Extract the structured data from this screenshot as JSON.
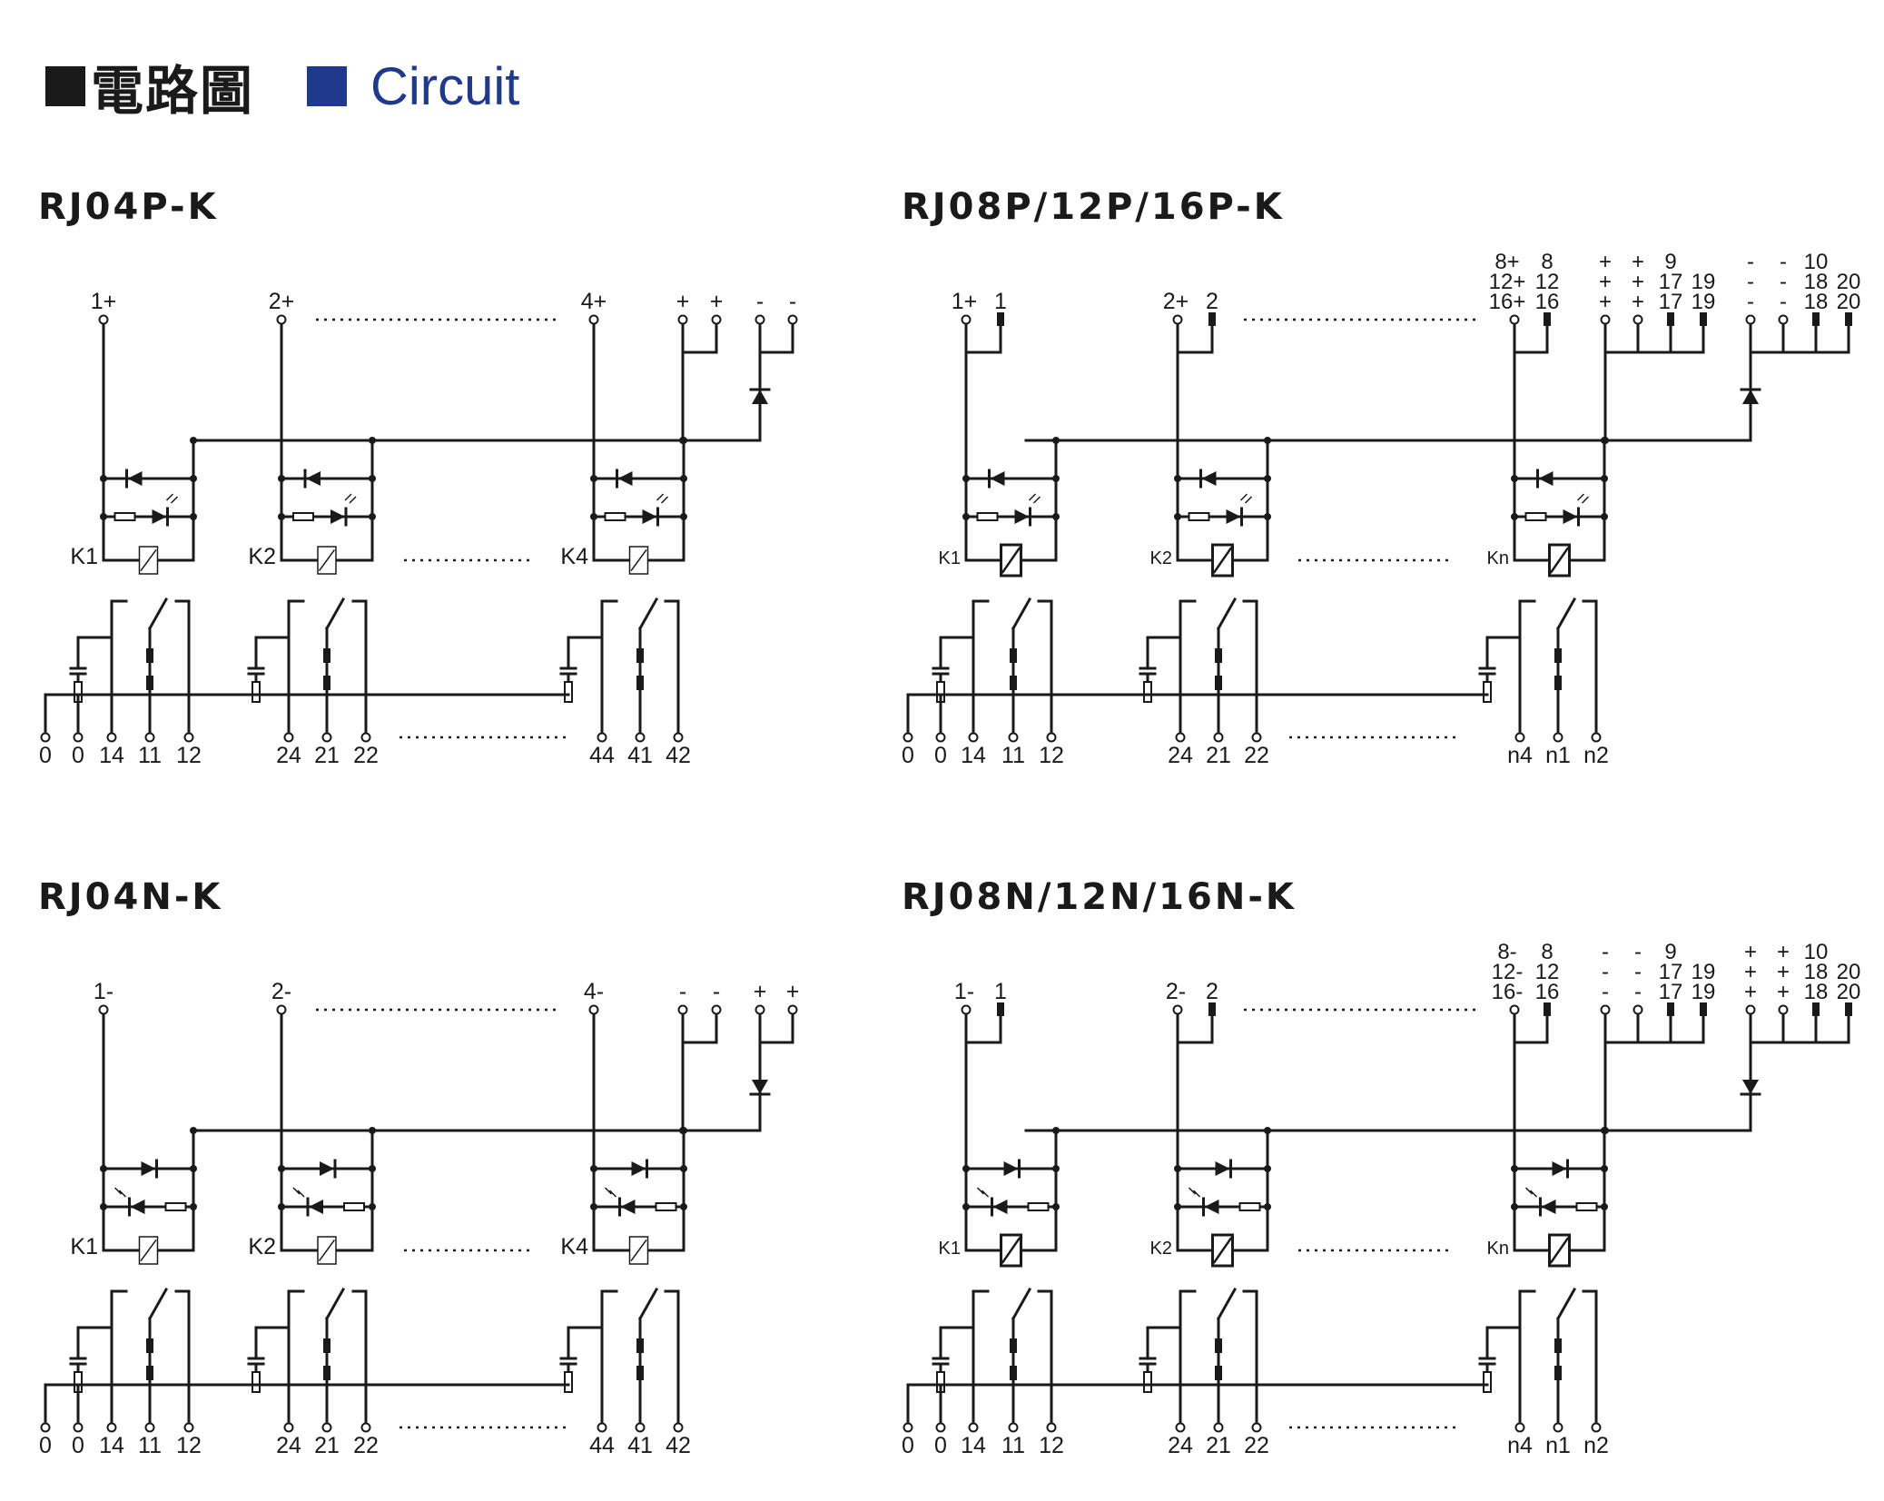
{
  "header": {
    "title_zh": "電路圖",
    "title_en": "Circuit"
  },
  "colors": {
    "ink": "#1a1a1a",
    "accent": "#1f3a8c"
  },
  "panels": [
    {
      "id": "rj04p",
      "title": "RJ04P-K",
      "variant": "4",
      "polarity": "P",
      "coil_labels": [
        "K1",
        "K2",
        "K4"
      ],
      "input_labels": [
        "1+",
        "2+",
        "4+"
      ],
      "common_labels": [
        "+",
        "+",
        "-",
        "-"
      ],
      "bottom_labels": [
        "0",
        "0",
        "14",
        "11",
        "12",
        "24",
        "21",
        "22",
        "44",
        "41",
        "42"
      ]
    },
    {
      "id": "rj08p",
      "title": "RJ08P/12P/16P-K",
      "variant": "n",
      "polarity": "P",
      "coil_labels": [
        "K1",
        "K2",
        "Kn"
      ],
      "input_labels": [
        "1+",
        "1",
        "2+",
        "2"
      ],
      "top_row_labels": [
        [
          "8+",
          "8",
          "+",
          "+",
          "9",
          "",
          "-",
          "-",
          "10",
          ""
        ],
        [
          "12+",
          "12",
          "+",
          "+",
          "17",
          "19",
          "-",
          "-",
          "18",
          "20"
        ],
        [
          "16+",
          "16",
          "+",
          "+",
          "17",
          "19",
          "-",
          "-",
          "18",
          "20"
        ]
      ],
      "bottom_labels": [
        "0",
        "0",
        "14",
        "11",
        "12",
        "24",
        "21",
        "22",
        "n4",
        "n1",
        "n2"
      ]
    },
    {
      "id": "rj04n",
      "title": "RJ04N-K",
      "variant": "4",
      "polarity": "N",
      "coil_labels": [
        "K1",
        "K2",
        "K4"
      ],
      "input_labels": [
        "1-",
        "2-",
        "4-"
      ],
      "common_labels": [
        "-",
        "-",
        "+",
        "+"
      ],
      "bottom_labels": [
        "0",
        "0",
        "14",
        "11",
        "12",
        "24",
        "21",
        "22",
        "44",
        "41",
        "42"
      ]
    },
    {
      "id": "rj08n",
      "title": "RJ08N/12N/16N-K",
      "variant": "n",
      "polarity": "N",
      "coil_labels": [
        "K1",
        "K2",
        "Kn"
      ],
      "input_labels": [
        "1-",
        "1",
        "2-",
        "2"
      ],
      "top_row_labels": [
        [
          "8-",
          "8",
          "-",
          "-",
          "9",
          "",
          "+",
          "+",
          "10",
          ""
        ],
        [
          "12-",
          "12",
          "-",
          "-",
          "17",
          "19",
          "+",
          "+",
          "18",
          "20"
        ],
        [
          "16-",
          "16",
          "-",
          "-",
          "17",
          "19",
          "+",
          "+",
          "18",
          "20"
        ]
      ],
      "bottom_labels": [
        "0",
        "0",
        "14",
        "11",
        "12",
        "24",
        "21",
        "22",
        "n4",
        "n1",
        "n2"
      ]
    }
  ]
}
